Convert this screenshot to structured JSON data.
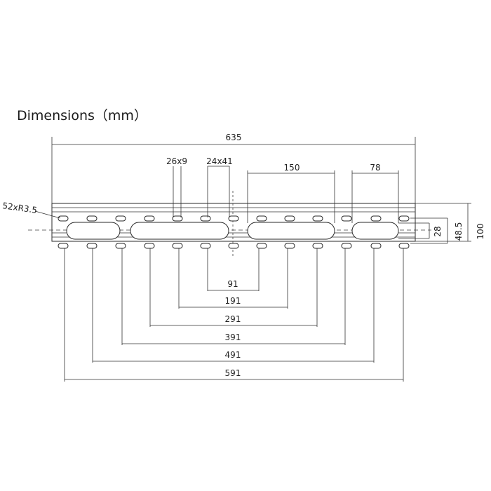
{
  "title": "Dimensions（mm）",
  "labels": {
    "overall_length": "635",
    "small_slot": "26x9",
    "medium_slot": "24x41",
    "long_slot_length": "150",
    "end_slot_length": "78",
    "corner": "52xR3.5",
    "height_28": "28",
    "height_48_5": "48.5",
    "height_100": "100",
    "span_91": "91",
    "span_191": "191",
    "span_291": "291",
    "span_391": "391",
    "span_491": "491",
    "span_591": "591"
  }
}
